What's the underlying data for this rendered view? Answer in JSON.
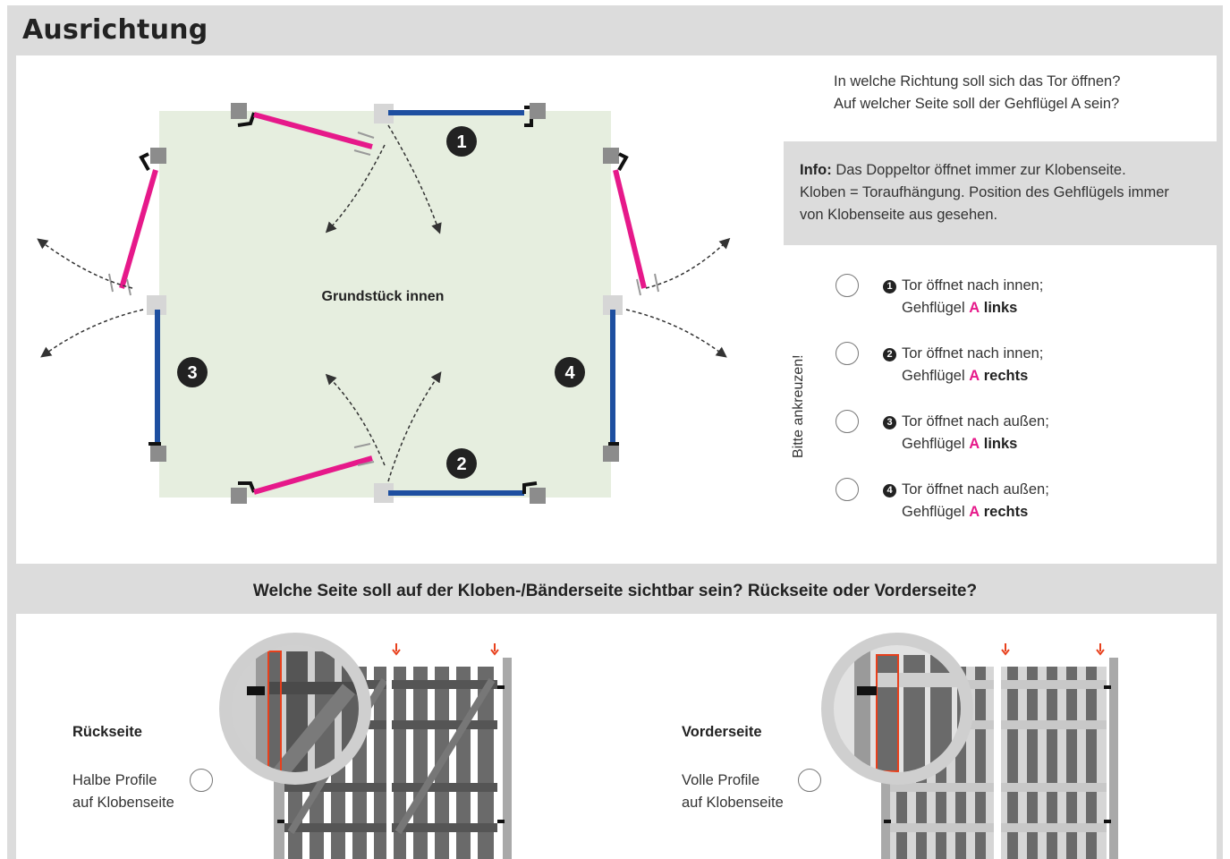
{
  "title": "Ausrichtung",
  "diagram": {
    "area_label": "Grundstück innen",
    "gate_numbers": [
      "1",
      "2",
      "3",
      "4"
    ]
  },
  "questions": {
    "line1": "In welche Richtung soll sich das Tor öffnen?",
    "line2": "Auf welcher Seite soll der Gehflügel A sein?"
  },
  "info": {
    "label": "Info:",
    "line1": " Das Doppeltor öffnet immer zur Klobenseite.",
    "line2": "Kloben = Toraufhängung. Position des Gehflügels immer",
    "line3": "von Klobenseite aus gesehen."
  },
  "vertical_label": "Bitte ankreuzen!",
  "options": [
    {
      "num": "1",
      "text": "Tor öffnet nach innen;",
      "prefix": "Gehflügel ",
      "letter": "A",
      "side": "links"
    },
    {
      "num": "2",
      "text": "Tor öffnet nach innen;",
      "prefix": "Gehflügel ",
      "letter": "A",
      "side": "rechts"
    },
    {
      "num": "3",
      "text": "Tor öffnet nach außen;",
      "prefix": "Gehflügel ",
      "letter": "A",
      "side": "links"
    },
    {
      "num": "4",
      "text": "Tor öffnet nach außen;",
      "prefix": "Gehflügel ",
      "letter": "A",
      "side": "rechts"
    }
  ],
  "section2": {
    "question": "Welche Seite soll auf der Kloben-/Bänderseite sichtbar sein? Rückseite oder Vorderseite?",
    "back": {
      "title": "Rückseite",
      "line1": "Halbe Profile",
      "line2": "auf Klobenseite"
    },
    "front": {
      "title": "Vorderseite",
      "line1": "Volle Profile",
      "line2": "auf Klobenseite"
    }
  },
  "colors": {
    "frame": "#dcdcdc",
    "area": "#e6eedf",
    "gate_blue": "#1e4fa0",
    "gate_pink": "#e6198a",
    "post": "#8c8c8c",
    "accent_red": "#e8401c",
    "slat_dark": "#6a6a6a",
    "slat_light": "#dcdcdc"
  }
}
